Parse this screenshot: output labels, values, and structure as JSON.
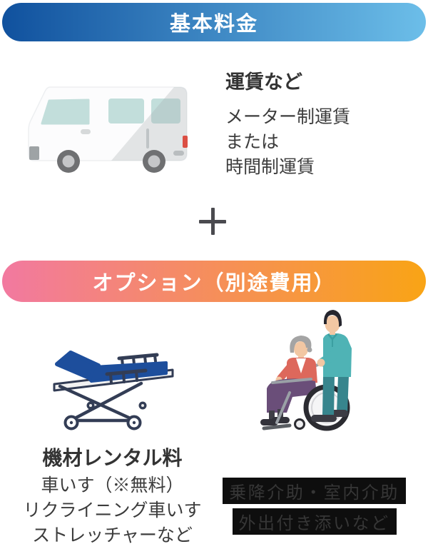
{
  "banners": {
    "basic": {
      "label": "基本料金",
      "gradient_from": "#10519E",
      "gradient_to": "#6CBEE9",
      "text_color": "#FFFFFF"
    },
    "option": {
      "label": "オプション（別途費用）",
      "gradient_from": "#F279A0",
      "gradient_to": "#F9A415",
      "text_color": "#FFFFFF"
    }
  },
  "basic_section": {
    "illustration": "van-icon",
    "heading": "運賃など",
    "lines": [
      "メーター制運賃",
      "または",
      "時間制運賃"
    ]
  },
  "plus_icon": {
    "symbol": "＋",
    "color": "#4A4A4F"
  },
  "option_section": {
    "equipment": {
      "illustration": "stretcher-icon",
      "heading": "機材レンタル料",
      "lines": [
        "車いす（※無料）",
        "リクライニング車いす",
        "ストレッチャーなど"
      ]
    },
    "assistance": {
      "illustration": "caregiver-wheelchair-icon",
      "lines": [
        "乗降介助・室内介助",
        "外出付き添いなど"
      ],
      "highlight_color": "#0E0E0E",
      "text_color": "#363636"
    }
  },
  "text_colors": {
    "heading": "#333333",
    "body": "#3C3C3C"
  }
}
